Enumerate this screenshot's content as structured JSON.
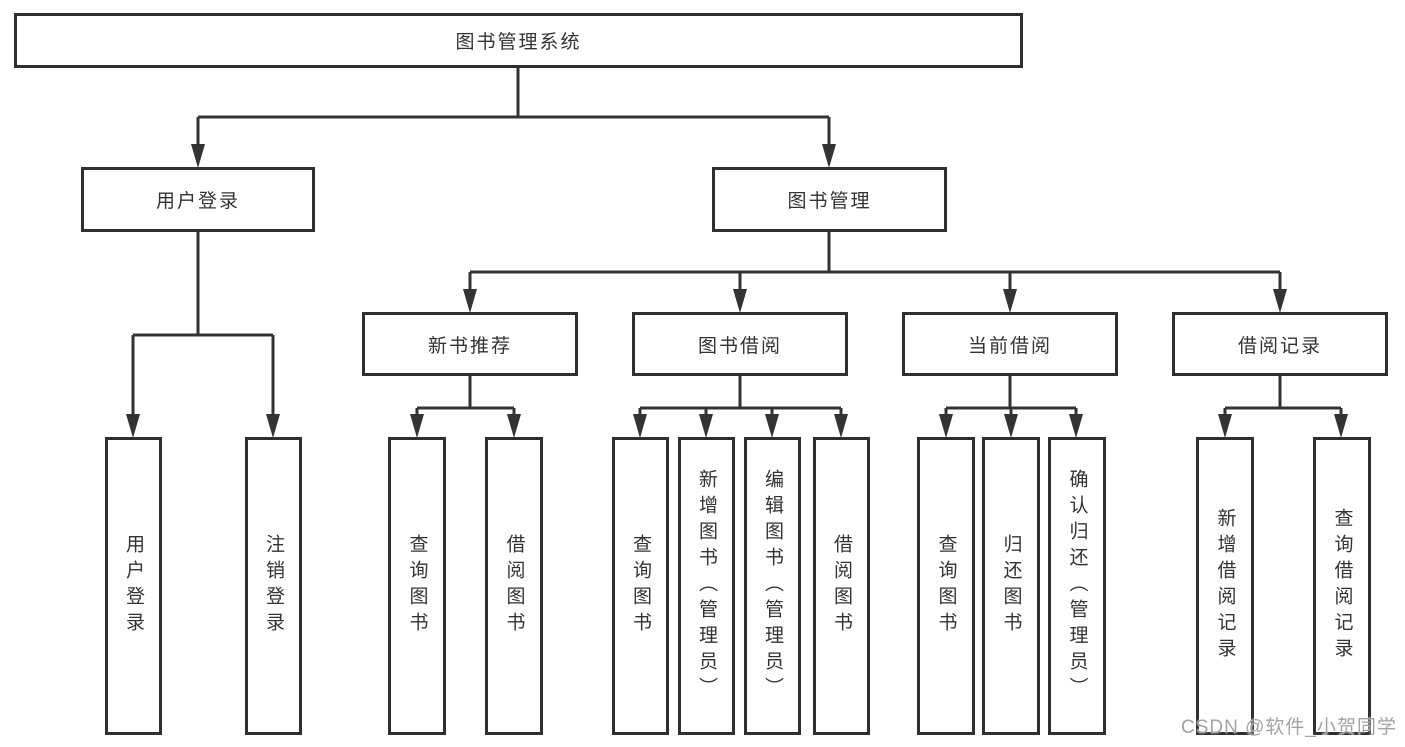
{
  "tree": {
    "root": {
      "label": "图书管理系统"
    },
    "branches": [
      {
        "label": "用户登录",
        "children": [
          {
            "label": "用户登录"
          },
          {
            "label": "注销登录"
          }
        ]
      },
      {
        "label": "图书管理",
        "children": [
          {
            "label": "新书推荐",
            "children": [
              {
                "label": "查询图书"
              },
              {
                "label": "借阅图书"
              }
            ]
          },
          {
            "label": "图书借阅",
            "children": [
              {
                "label": "查询图书"
              },
              {
                "label": "新增图书（管理员）"
              },
              {
                "label": "编辑图书（管理员）"
              },
              {
                "label": "借阅图书"
              }
            ]
          },
          {
            "label": "当前借阅",
            "children": [
              {
                "label": "查询图书"
              },
              {
                "label": "归还图书"
              },
              {
                "label": "确认归还（管理员）"
              }
            ]
          },
          {
            "label": "借阅记录",
            "children": [
              {
                "label": "新增借阅记录"
              },
              {
                "label": "查询借阅记录"
              }
            ]
          }
        ]
      }
    ]
  },
  "watermark": {
    "text": "CSDN @软件_小贺同学"
  },
  "colors": {
    "line": "#333333",
    "box_border": "#2f2f2f",
    "text": "#333333",
    "background": "#ffffff",
    "watermark": "#a3a3a3"
  }
}
